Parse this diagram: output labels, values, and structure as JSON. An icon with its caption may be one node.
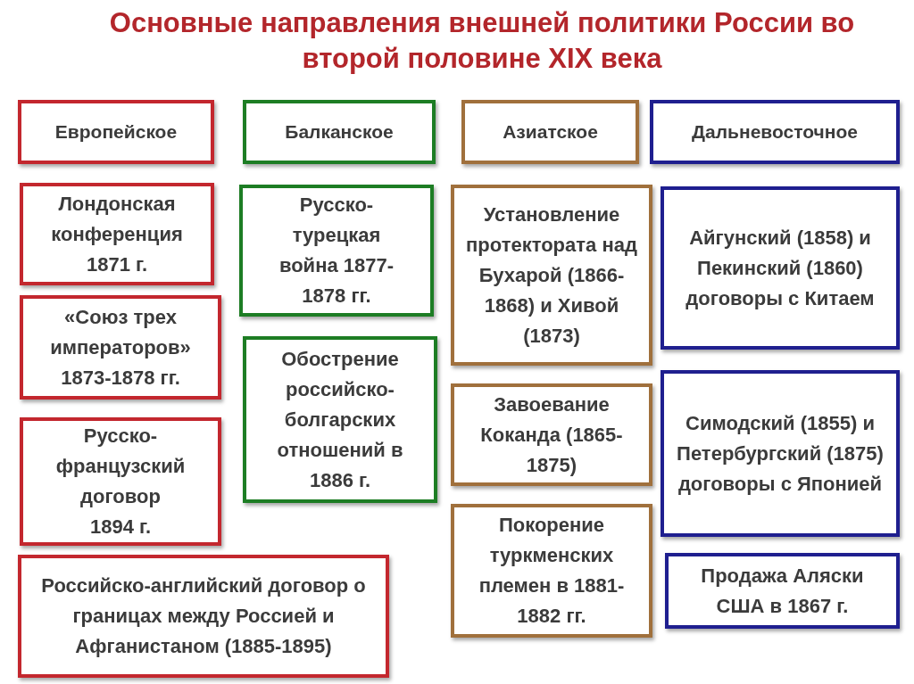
{
  "diagram": {
    "title": "Основные направления внешней политики России во второй половине XIX века",
    "nodes": [
      {
        "text": [
          "Европейское"
        ]
      },
      {
        "text": [
          "Балканское"
        ]
      },
      {
        "text": [
          "Азиатское"
        ]
      },
      {
        "text": [
          "Дальневосточное"
        ]
      },
      {
        "text": [
          "Лондонская конференция 1871 г."
        ]
      },
      {
        "text": [
          "«Союз трех императоров» 1873-1878 гг."
        ]
      },
      {
        "text": [
          "Русско-французский договор 1894 г."
        ]
      },
      {
        "text": [
          "Российско-английский договор о границах между Россией и Афганистаном (1885-1895)"
        ]
      },
      {
        "text": [
          "Русско-турецкая война 1877-1878 гг."
        ]
      },
      {
        "text": [
          "Обострение российско-болгарских отношений в 1886 г."
        ]
      },
      {
        "text": [
          "Установление протектората над Бухарой (1866-1868) и Хивой (1873)"
        ]
      },
      {
        "text": [
          "Завоевание Коканда (1865-1875)"
        ]
      },
      {
        "text": [
          "Покорение туркменских племен в 1881-1882 гг."
        ]
      },
      {
        "text": [
          "Айгунский (1858) и Пекинский (1860)  договоры с Китаем"
        ]
      },
      {
        "text": [
          "Симодский (1855) и Петербургский (1875) договоры с Японией"
        ]
      },
      {
        "text": [
          "Продажа Аляски США в 1867 г."
        ]
      }
    ],
    "edges": []
  }
}
